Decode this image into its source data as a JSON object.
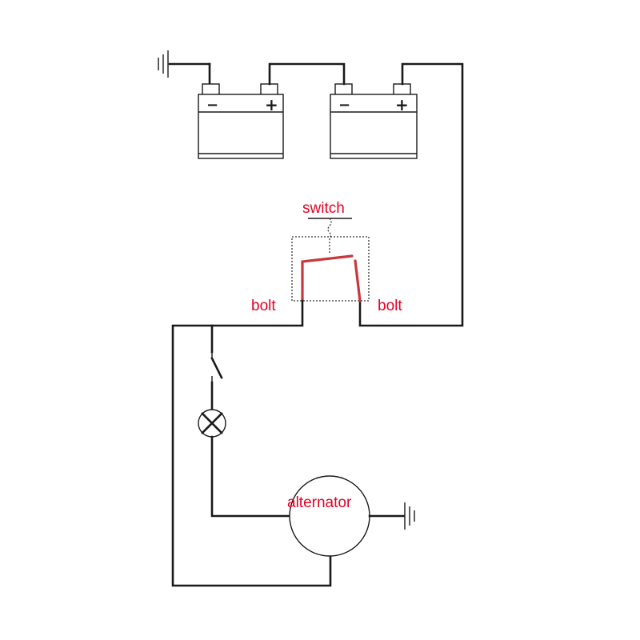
{
  "labels": {
    "switch": "switch",
    "bolt_left": "bolt",
    "bolt_right": "bolt",
    "alternator": "alternator"
  },
  "batteries": [
    {
      "neg": "−",
      "pos": "+"
    },
    {
      "neg": "−",
      "pos": "+"
    }
  ],
  "colors": {
    "wire": "#1a1a1a",
    "label": "#e60026",
    "switch_contact": "#c8373c"
  }
}
